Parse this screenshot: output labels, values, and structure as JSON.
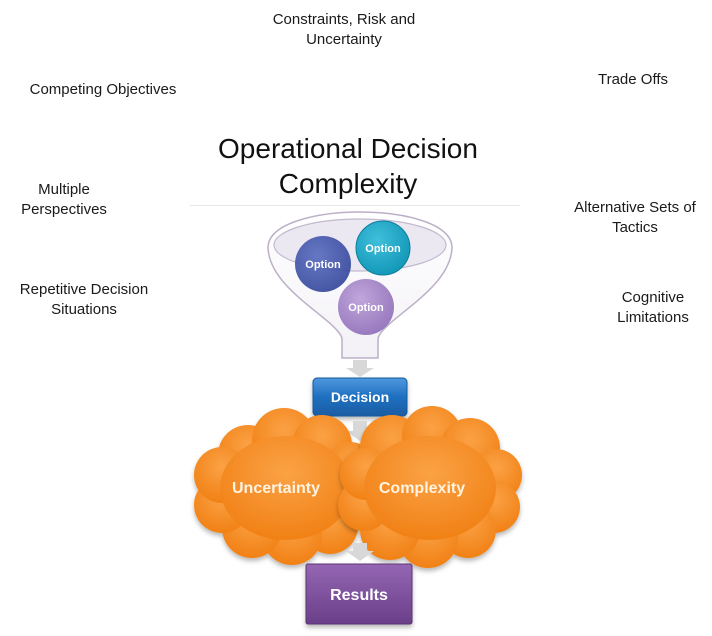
{
  "title": {
    "line1": "Operational Decision",
    "line2": "Complexity"
  },
  "factors": {
    "constraints": {
      "line1": "Constraints, Risk and",
      "line2": "Uncertainty"
    },
    "competing": {
      "line1": "Competing Objectives"
    },
    "trade_offs": {
      "line1": "Trade Offs"
    },
    "perspectives": {
      "line1": "Multiple",
      "line2": "Perspectives"
    },
    "alternatives": {
      "line1": "Alternative Sets of",
      "line2": "Tactics"
    },
    "repetitive": {
      "line1": "Repetitive Decision",
      "line2": "Situations"
    },
    "cognitive": {
      "line1": "Cognitive",
      "line2": "Limitations"
    }
  },
  "funnel": {
    "options": [
      "Option",
      "Option",
      "Option"
    ]
  },
  "flow": {
    "decision": "Decision",
    "cloud_left": "Uncertainty",
    "cloud_right": "Complexity",
    "results": "Results"
  },
  "colors": {
    "option_dark_blue": "#3f51a3",
    "option_teal": "#1aa6c5",
    "option_purple": "#a889c9",
    "decision_blue": "#1f6fc0",
    "cloud_orange": "#f58a1f",
    "results_purple": "#7d4d9a",
    "arrow_gray": "#d8d8d8"
  }
}
